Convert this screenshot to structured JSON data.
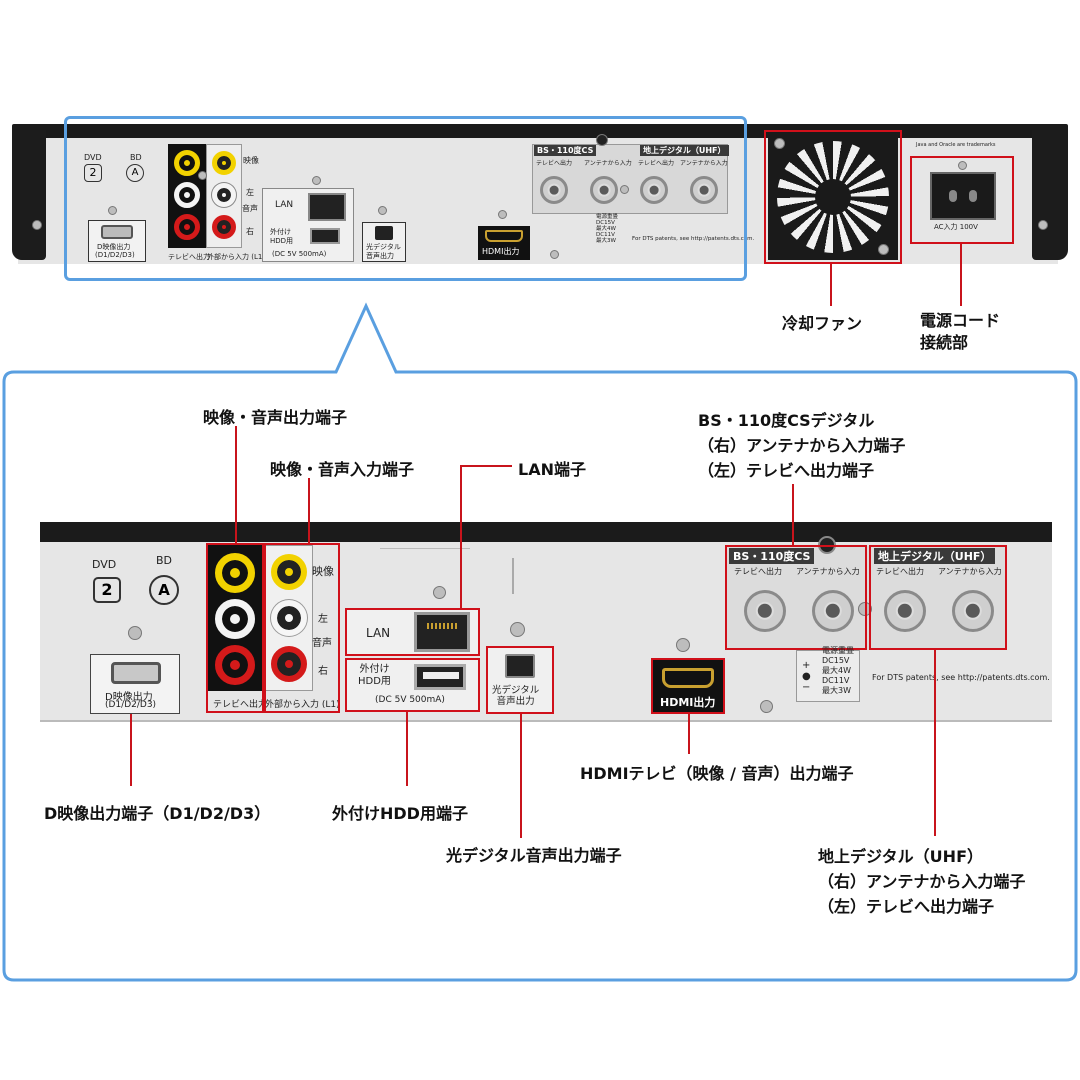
{
  "top_unit": {
    "disc_labels": {
      "dvd": "DVD",
      "bd": "BD"
    },
    "rca_labels": {
      "video": "映像",
      "left": "左",
      "audio": "音声",
      "right": "右"
    },
    "dout_label": "D映像出力",
    "dout_sub": "(D1/D2/D3)",
    "tv_out": "テレビへ出力",
    "ext_in": "外部から入力 (L1)",
    "lan": "LAN",
    "hdd": "外付け\nHDD用",
    "hdd_spec": "(DC 5V 500mA)",
    "optical": "光デジタル\n音声出力",
    "hdmi": "HDMI出力",
    "bs_title": "BS・110度CS",
    "terr_title": "地上デジタル（UHF）",
    "tv_out_small": "テレビへ出力",
    "antenna_in": "アンテナから入力",
    "power_note": "電源重畳\nDC15V\n最大4W\nDC11V\n最大3W",
    "dts": "For DTS patents, see http://patents.dts.com.",
    "ac_label": "AC入力 100V",
    "java": "Java and Oracle are trademarks"
  },
  "zoom_unit": {
    "disc_labels": {
      "dvd": "DVD",
      "bd": "BD"
    },
    "rca_labels": {
      "video": "映像",
      "left": "左",
      "audio": "音声",
      "right": "右"
    },
    "dout_label": "D映像出力",
    "dout_sub": "(D1/D2/D3)",
    "tv_out": "テレビへ出力",
    "ext_in": "外部から入力 (L1)",
    "lan": "LAN",
    "hdd": "外付け\nHDD用",
    "hdd_spec": "(DC 5V 500mA)",
    "optical": "光デジタル\n音声出力",
    "hdmi": "HDMI出力",
    "bs_title": "BS・110度CS",
    "terr_title": "地上デジタル（UHF）",
    "tv_out_small": "テレビへ出力",
    "antenna_in": "アンテナから入力",
    "power_note": "電源重畳\nDC15V\n最大4W\nDC11V\n最大3W",
    "dts": "For DTS patents, see http://patents.dts.com."
  },
  "callouts": {
    "fan": "冷却ファン",
    "power_cord": "電源コード\n接続部",
    "av_out": "映像・音声出力端子",
    "av_in": "映像・音声入力端子",
    "lan": "LAN端子",
    "bs": "BS・110度CSデジタル\n（右）アンテナから入力端子\n（左）テレビへ出力端子",
    "dout": "D映像出力端子（D1/D2/D3）",
    "hdd": "外付けHDD用端子",
    "optical": "光デジタル音声出力端子",
    "hdmi": "HDMIテレビ（映像 / 音声）出力端子",
    "terr": "地上デジタル（UHF）\n（右）アンテナから入力端子\n（左）テレビへ出力端子"
  },
  "colors": {
    "frame": "#5a9fe0",
    "callout_red": "#d0101a"
  }
}
